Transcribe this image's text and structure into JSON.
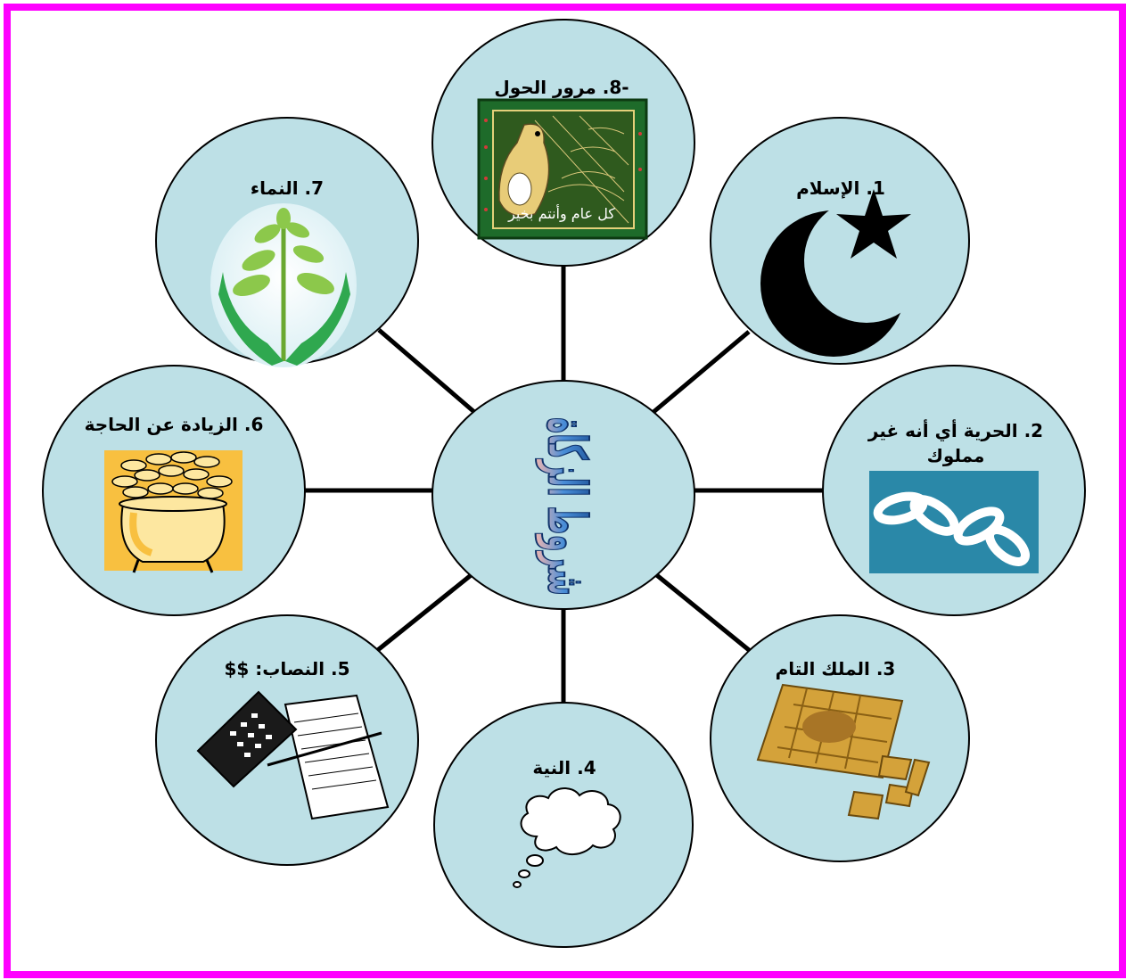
{
  "colors": {
    "frame": "#ff00ff",
    "node_fill": "#bde0e6",
    "node_stroke": "#000000",
    "center_title_top": "#1f5fa8",
    "center_title_bottom": "#f2b7b0"
  },
  "center": {
    "title": "شروط الزكاة"
  },
  "nodes": [
    {
      "id": "islam",
      "label": "1. الإسلام",
      "icon": "crescent-star-icon"
    },
    {
      "id": "freedom",
      "label_line1": "2. الحرية أي أنه غير",
      "label_line2": "مملوك",
      "icon": "broken-chain-icon"
    },
    {
      "id": "ownership",
      "label": "3. الملك التام",
      "icon": "puzzle-icon"
    },
    {
      "id": "intention",
      "label": "4. النية",
      "icon": "thought-cloud-icon"
    },
    {
      "id": "nisab",
      "label": "5. النصاب: $$",
      "icon": "calculator-papers-icon"
    },
    {
      "id": "surplus",
      "label": "6. الزيادة عن الحاجة",
      "icon": "pot-of-gold-icon"
    },
    {
      "id": "growth",
      "label": "7. النماء",
      "icon": "plant-hands-icon"
    },
    {
      "id": "hawl",
      "label": "-8. مرور الحول",
      "icon": "bird-card-icon",
      "card_text": "كل عام وأنتم بخير"
    }
  ]
}
